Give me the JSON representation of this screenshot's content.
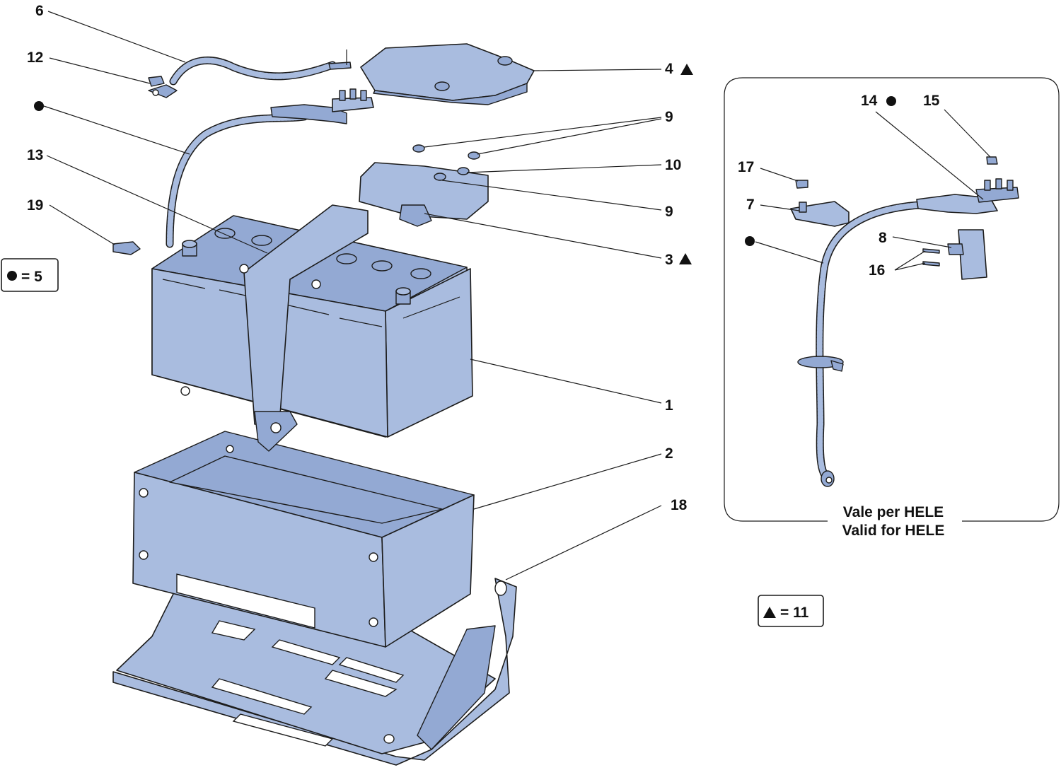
{
  "callouts": {
    "c1": "1",
    "c2": "2",
    "c3": "3",
    "c4": "4",
    "c6": "6",
    "c7": "7",
    "c8": "8",
    "c9a": "9",
    "c9b": "9",
    "c10": "10",
    "c12": "12",
    "c13": "13",
    "c14": "14",
    "c15": "15",
    "c16": "16",
    "c17": "17",
    "c18": "18",
    "c19": "19"
  },
  "legend_dot": "= 5",
  "legend_triangle": "= 11",
  "inset": {
    "line1": "Vale per HELE",
    "line2": "Valid for HELE"
  },
  "colors": {
    "part_fill": "#a9bcdf",
    "outline": "#1c1c1c"
  },
  "symbols": {
    "dot": "filled-circle-icon",
    "triangle": "filled-triangle-icon"
  }
}
